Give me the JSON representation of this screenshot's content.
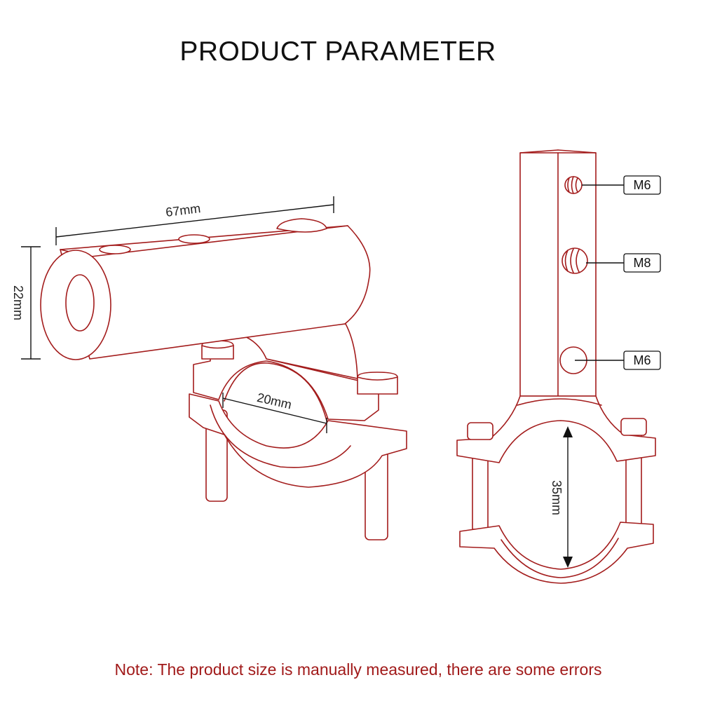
{
  "title": "PRODUCT PARAMETER",
  "note": "Note: The product size is manually measured, there are some errors",
  "dimensions": {
    "length": "67mm",
    "height": "22mm",
    "clamp_inner": "20mm",
    "clamp_opening": "35mm"
  },
  "threads": {
    "top": "M6",
    "middle": "M8",
    "bottom": "M6"
  },
  "colors": {
    "outline": "#a31c1c",
    "note_text": "#a11a1a",
    "dimension": "#111111"
  }
}
